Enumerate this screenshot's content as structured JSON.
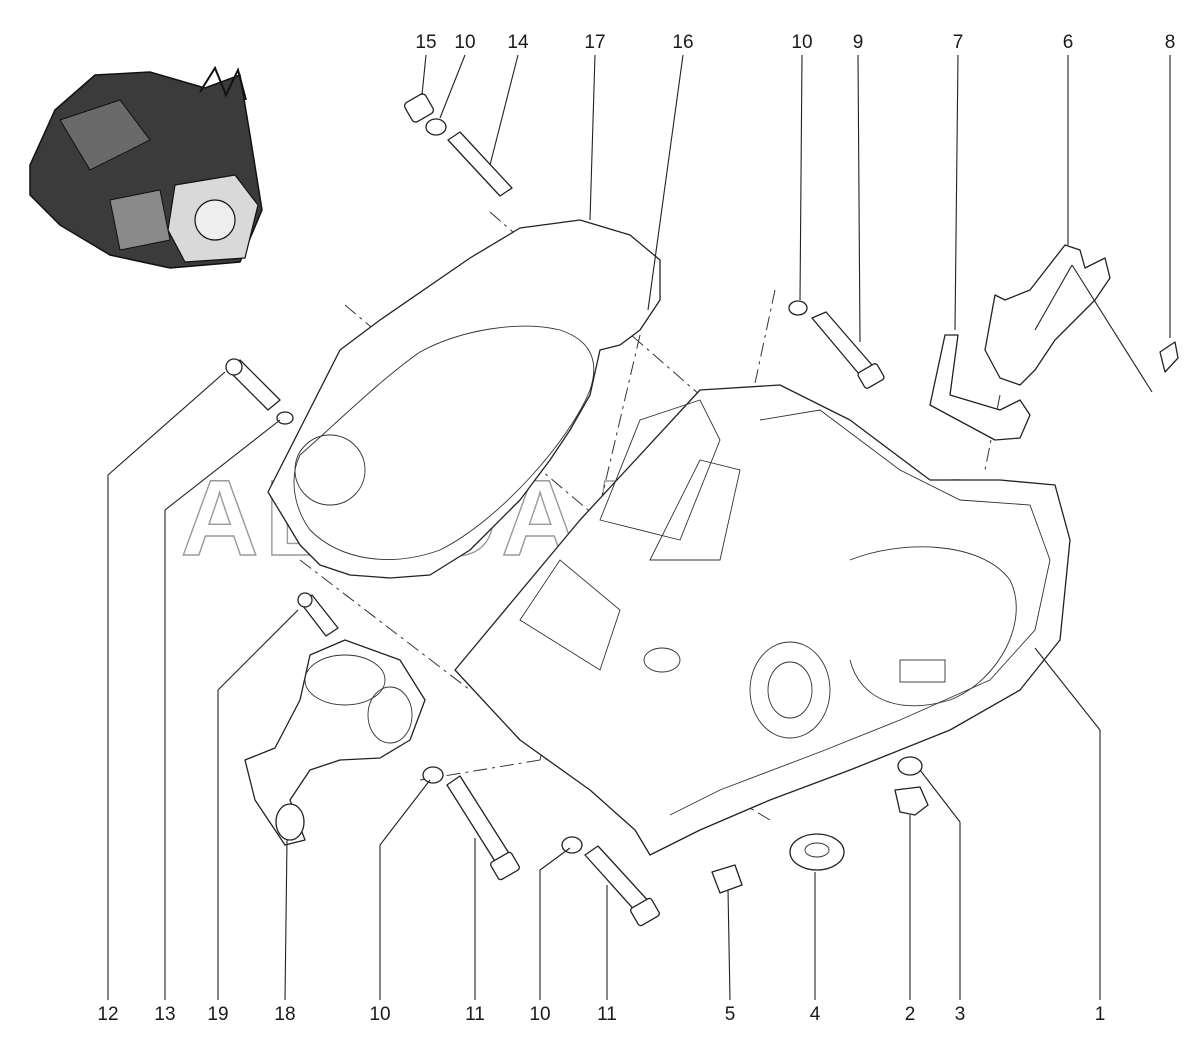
{
  "watermark": "АВТОАЛЬЯНС",
  "top_labels": [
    "15",
    "10",
    "14",
    "17",
    "16",
    "10",
    "9",
    "7",
    "6",
    "8"
  ],
  "bottom_labels": [
    "12",
    "13",
    "19",
    "18",
    "10",
    "11",
    "10",
    "11",
    "5",
    "4",
    "2",
    "3",
    "1"
  ]
}
